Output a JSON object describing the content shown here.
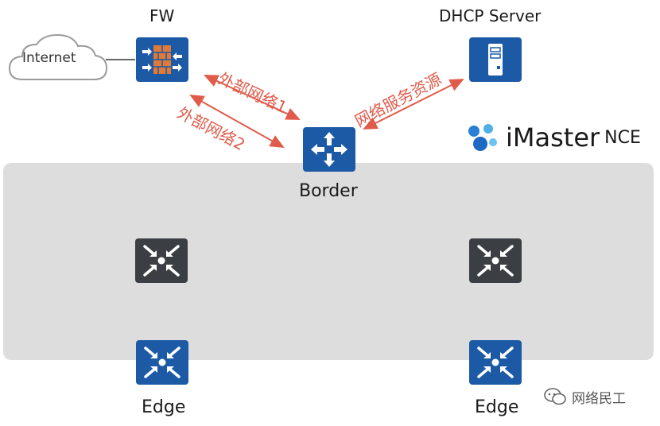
{
  "nodes": {
    "internet": {
      "label": "Internet"
    },
    "fw": {
      "label": "FW"
    },
    "dhcp": {
      "label": "DHCP Server"
    },
    "border": {
      "label": "Border"
    },
    "edge_left": {
      "label": "Edge"
    },
    "edge_right": {
      "label": "Edge"
    }
  },
  "links": {
    "ext1": "外部网络1",
    "ext2": "外部网络2",
    "netsvc": "网络服务资源"
  },
  "brand": {
    "main": "iMaster",
    "sub": "NCE"
  },
  "watermark": "网络民工",
  "colors": {
    "accent_red": "#e05b4a",
    "node_blue": "#1c5aa6",
    "node_dark": "#3b3e42",
    "fabric_gray": "#dddddd"
  }
}
